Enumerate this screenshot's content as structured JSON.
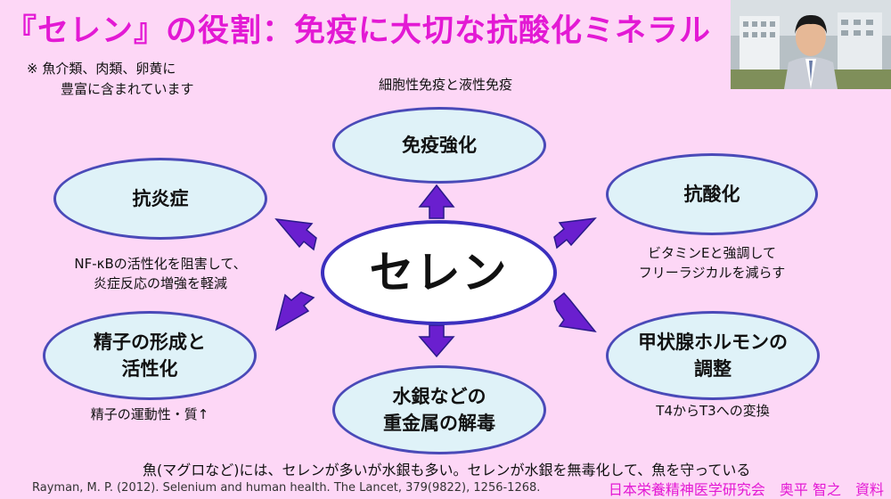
{
  "header": {
    "title": "『セレン』の役割：免疫に大切な抗酸化ミネラル"
  },
  "note": {
    "line1": "※ 魚介類、肉類、卵黄に",
    "line2": "豊富に含まれています"
  },
  "center": {
    "label": "セレン"
  },
  "nodes": {
    "immune": {
      "label": "免疫強化",
      "caption": "細胞性免疫と液性免疫"
    },
    "anti_inflammation": {
      "label": "抗炎症",
      "caption_line1": "NF-κBの活性化を阻害して、",
      "caption_line2": "炎症反応の増強を軽減"
    },
    "antioxidation": {
      "label": "抗酸化",
      "caption_line1": "ビタミンEと強調して",
      "caption_line2": "フリーラジカルを減らす"
    },
    "sperm": {
      "label_line1": "精子の形成と",
      "label_line2": "活性化",
      "caption": "精子の運動性・質↑"
    },
    "thyroid": {
      "label_line1": "甲状腺ホルモンの",
      "label_line2": "調整",
      "caption": "T4からT3への変換"
    },
    "mercury": {
      "label_line1": "水銀などの",
      "label_line2": "重金属の解毒"
    }
  },
  "footer": {
    "text": "魚(マグロなど)には、セレンが多いが水銀も多い。セレンが水銀を無毒化して、魚を守っている",
    "citation": "Rayman, M. P. (2012). Selenium and human health. The Lancet, 379(9822), 1256-1268.",
    "credit": "日本栄養精神医学研究会　奥平 智之　資料"
  },
  "colors": {
    "background": "#fdd7f6",
    "title": "#e319d4",
    "arrow": "#6a1fcf",
    "ellipse_fill": "#dff2f8",
    "ellipse_border": "#4a4ab8"
  }
}
